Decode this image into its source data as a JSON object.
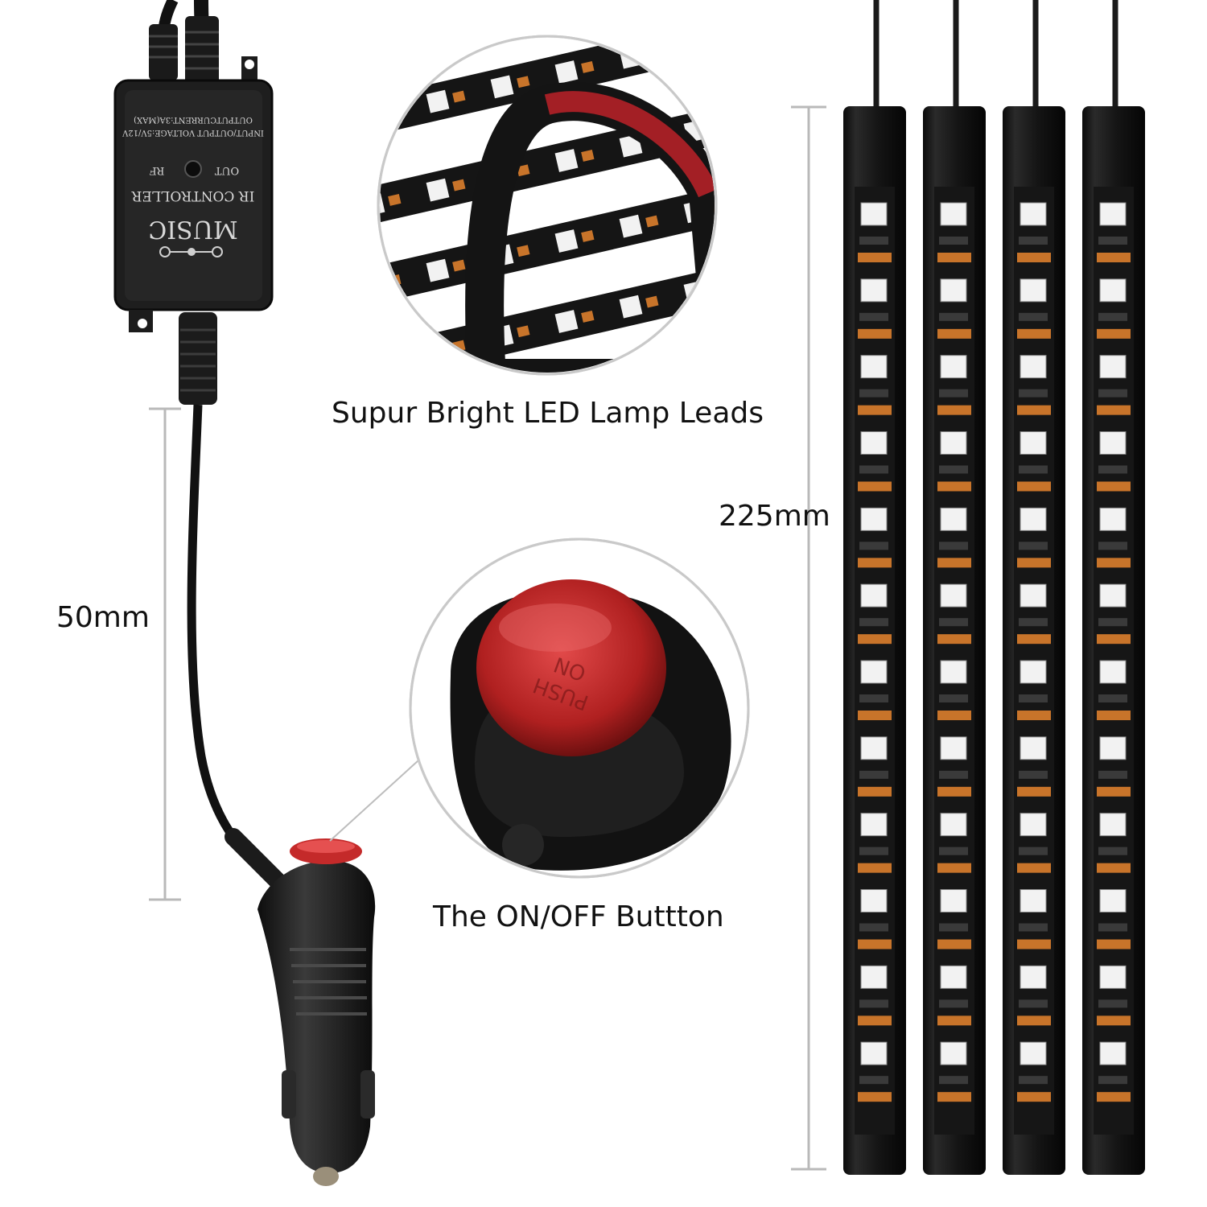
{
  "labels": {
    "led_caption": "Supur Bright LED Lamp Leads",
    "button_caption": "The ON/OFF Buttton",
    "cable_length": "50mm",
    "strip_length": "225mm"
  },
  "controller": {
    "brand": "MUSIC",
    "name": "IR CONTROLLER",
    "out_port": "OUT",
    "rf_port": "RF",
    "spec_voltage": "INPUT/OUTPUT VOLTAGE:5V/12V",
    "spec_current": "OUTPUTCURRENT:3A(MAX)"
  },
  "button": {
    "cap_text_1": "PUSH",
    "cap_text_2": "ON"
  },
  "strips": {
    "count": 4,
    "leds_per_strip": 12
  },
  "colors": {
    "background": "#ffffff",
    "strip_body": "#161616",
    "led_white": "#f2f2f2",
    "resistor_orange": "#c8742a",
    "button_red": "#c42a2a",
    "dimension_line": "#b9b9b9"
  }
}
